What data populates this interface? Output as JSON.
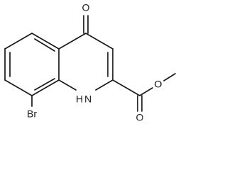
{
  "molecule": {
    "atoms": {
      "oxygen_top": "O",
      "bromine": "Br",
      "amine": "1\nH",
      "amine_text": "H",
      "amine_h_label": "H",
      "ring_nitrogen": "N",
      "ester_oxygen_bottom": "O",
      "ester_oxygen_right": "O"
    }
  }
}
